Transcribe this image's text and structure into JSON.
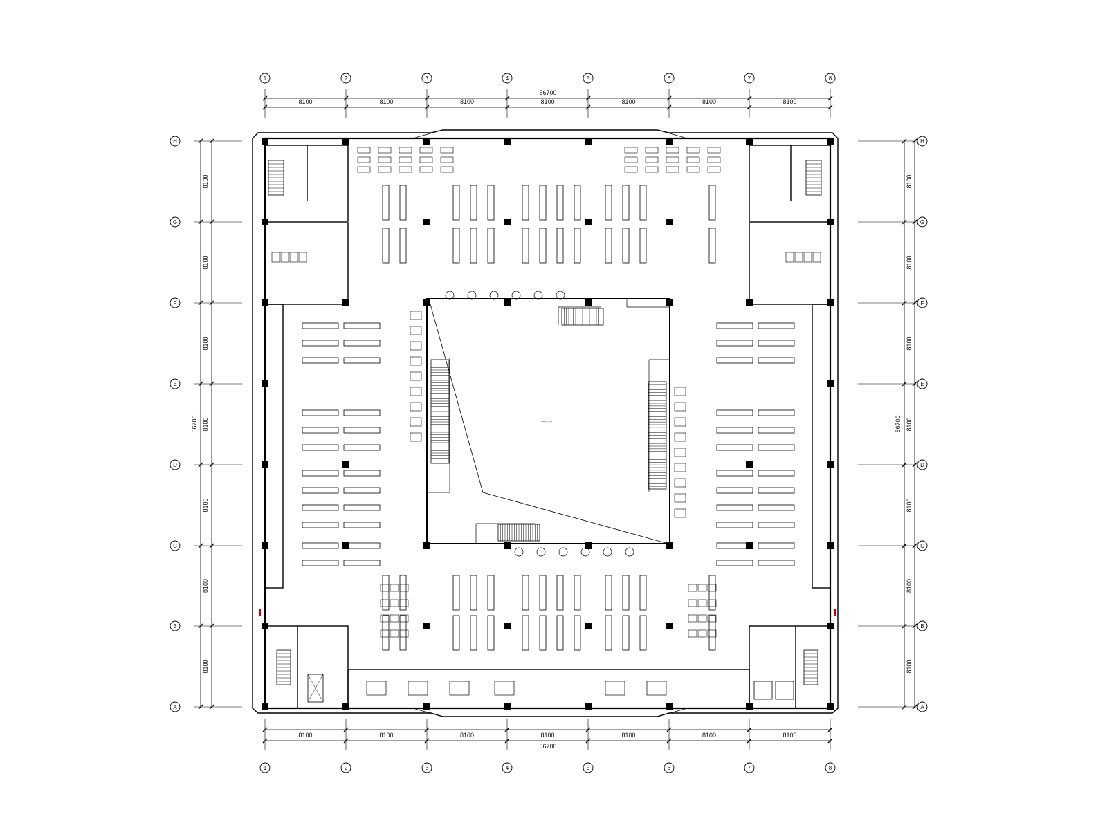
{
  "plan": {
    "total_dimension": "56700",
    "bay_dimension": "8100",
    "column_grid_labels": [
      "1",
      "2",
      "3",
      "4",
      "5",
      "6",
      "7",
      "8"
    ],
    "row_grid_labels": [
      "H",
      "G",
      "F",
      "E",
      "D",
      "C",
      "B",
      "A"
    ],
    "center_label": "一 □ 一",
    "colors": {
      "line": "#000000",
      "accent": "#cc0000",
      "background": "#ffffff"
    },
    "icons": [
      "stair-icon",
      "elevator-icon",
      "bookshelf-icon",
      "table-icon",
      "toilet-icon"
    ]
  }
}
